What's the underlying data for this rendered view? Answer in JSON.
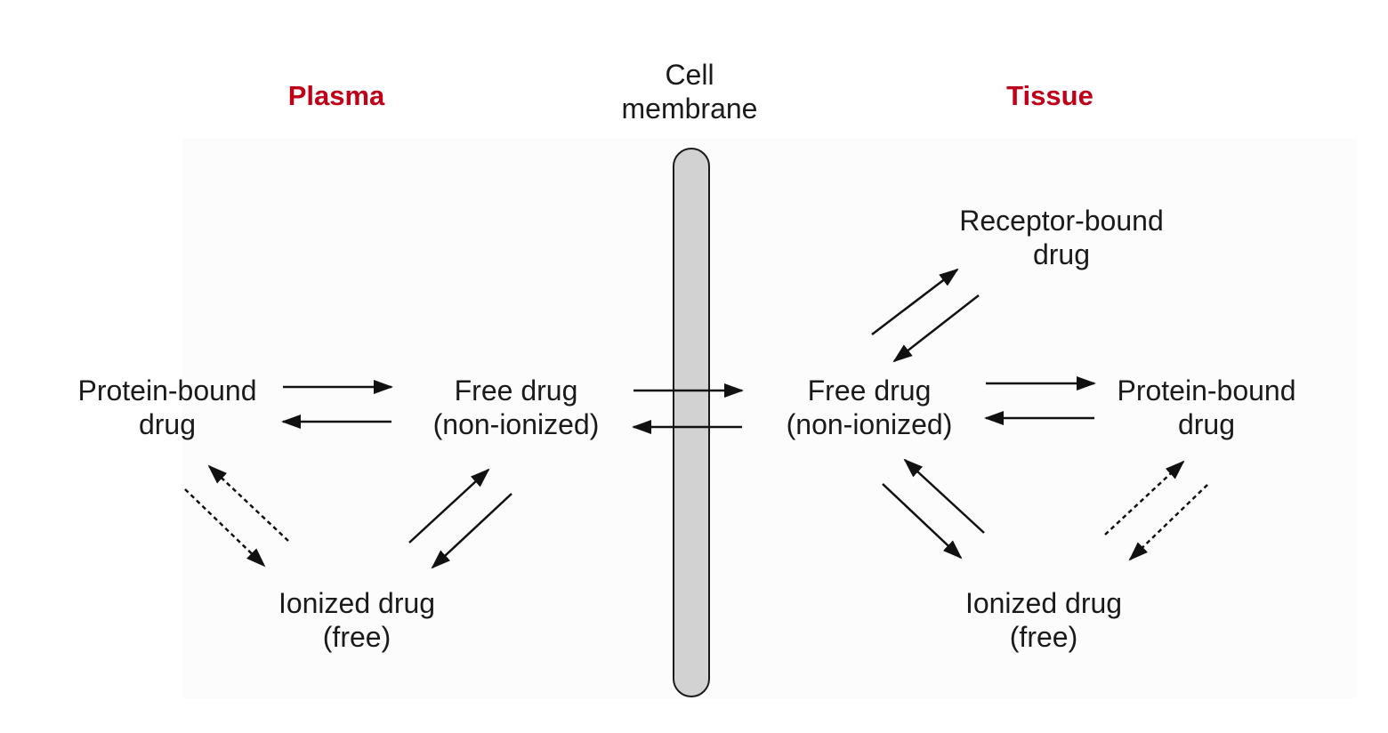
{
  "colors": {
    "region_heading": "#c00018",
    "text": "#1a1a1a",
    "membrane_fill": "#d2d2d2"
  },
  "headings": {
    "plasma": "Plasma",
    "tissue": "Tissue"
  },
  "membrane": {
    "line1": "Cell",
    "line2": "membrane"
  },
  "plasma": {
    "protein_bound": {
      "line1": "Protein-bound",
      "line2": "drug"
    },
    "free_drug": {
      "line1": "Free drug",
      "line2": "(non-ionized)"
    },
    "ionized_drug": {
      "line1": "Ionized drug",
      "line2": "(free)"
    }
  },
  "tissue": {
    "receptor_bound": {
      "line1": "Receptor-bound",
      "line2": "drug"
    },
    "free_drug": {
      "line1": "Free drug",
      "line2": "(non-ionized)"
    },
    "protein_bound": {
      "line1": "Protein-bound",
      "line2": "drug"
    },
    "ionized_drug": {
      "line1": "Ionized drug",
      "line2": "(free)"
    }
  }
}
